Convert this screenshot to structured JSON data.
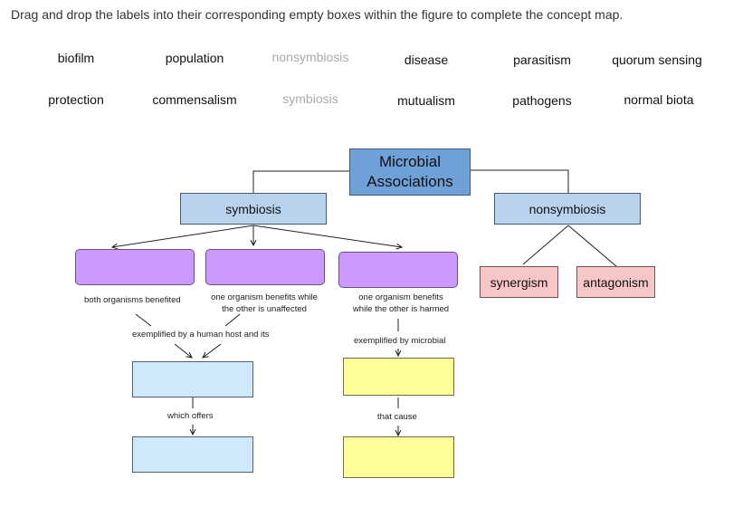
{
  "instruction": "Drag and drop the labels into their corresponding empty boxes within the figure to complete the concept map.",
  "labels_row1": [
    "biofilm",
    "population",
    "nonsymbiosis",
    "disease",
    "parasitism",
    "quorum sensing"
  ],
  "labels_row2": [
    "protection",
    "commensalism",
    "symbiosis",
    "mutualism",
    "pathogens",
    "normal biota"
  ],
  "map": {
    "root": "Microbial Associations",
    "symbiosis": "symbiosis",
    "nonsymbiosis": "nonsymbiosis",
    "synergism": "synergism",
    "antagonism": "antagonism",
    "desc_mutualism": "both organisms benefited",
    "desc_commensal_1": "one organism benefits while",
    "desc_commensal_2": "the other is unaffected",
    "desc_parasit_1": "one organism benefits",
    "desc_parasit_2": "while the other is harmed",
    "exemplified_host": "exemplified by a human host and its",
    "exemplified_microbial": "exemplified by microbial",
    "which_offers": "which offers",
    "that_cause": "that cause"
  }
}
